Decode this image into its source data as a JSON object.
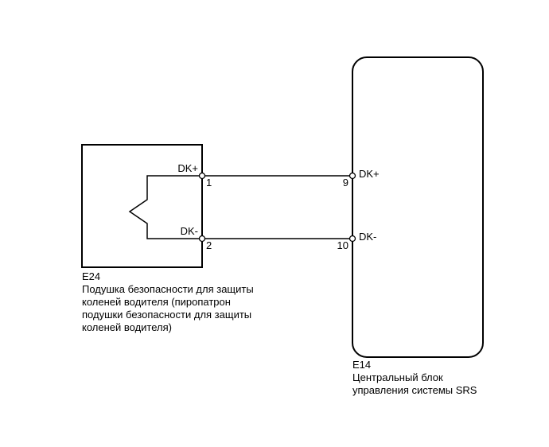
{
  "left_component": {
    "code": "E24",
    "description": [
      "Подушка безопасности для защиты",
      "коленей водителя (пиропатрон",
      "подушки безопасности для защиты",
      "коленей водителя)"
    ],
    "terminals": [
      {
        "name": "DK+",
        "pin": "1"
      },
      {
        "name": "DK-",
        "pin": "2"
      }
    ]
  },
  "right_component": {
    "code": "E14",
    "description": [
      "Центральный блок",
      "управления системы SRS"
    ],
    "terminals": [
      {
        "name": "DK+",
        "pin": "9"
      },
      {
        "name": "DK-",
        "pin": "10"
      }
    ]
  }
}
